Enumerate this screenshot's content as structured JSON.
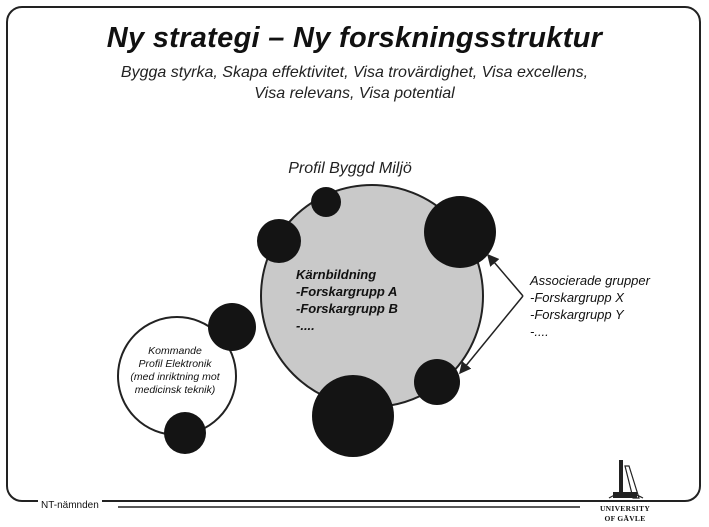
{
  "slide": {
    "title": "Ny strategi – Ny forskningsstruktur",
    "subtitle_lines": [
      "Bygga styrka, Skapa effektivitet, Visa trovärdighet, Visa excellens,",
      "Visa relevans, Visa potential"
    ]
  },
  "diagram": {
    "profile_label": "Profil Byggd Miljö",
    "core": {
      "lines": [
        "Kärnbildning",
        "-Forskargrupp A",
        "-Forskargrupp B",
        "-...."
      ]
    },
    "associated": {
      "lines": [
        "Associerade grupper",
        "-Forskargrupp X",
        "-Forskargrupp Y",
        "-...."
      ]
    },
    "coming": {
      "lines": [
        "Kommande",
        "Profil Elektronik",
        "(med inriktning mot",
        "medicinsk teknik)"
      ]
    }
  },
  "footer": {
    "label": "NT-nämnden",
    "logo_lines": [
      "UNIVERSITY",
      "OF GÄVLE"
    ]
  },
  "colors": {
    "core_fill": "#c9c9c9",
    "node_fill": "#141414",
    "stroke": "#222222"
  }
}
